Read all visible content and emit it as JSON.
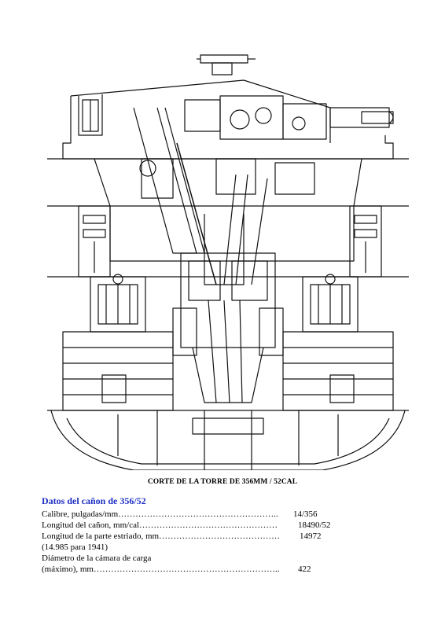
{
  "caption": "CORTE DE LA TORRE DE 356MM / 52CAL",
  "section_title": "Datos del cañon de 356/52",
  "specs": [
    {
      "label": "Calibre, pulgadas/mm………………………………………………..",
      "value": "14/356"
    },
    {
      "label": "Longitud del cañon, mm/cal…………………………………………",
      "value": "18490/52"
    },
    {
      "label": "Longitud de la parte estriado, mm……………………………………",
      "value": "14972"
    },
    {
      "label": "(14.985 para 1941)",
      "value": ""
    },
    {
      "label": "Diámetro de la cámara de carga",
      "value": ""
    },
    {
      "label": "(máximo), mm………………………………………………………..",
      "value": "422"
    }
  ]
}
